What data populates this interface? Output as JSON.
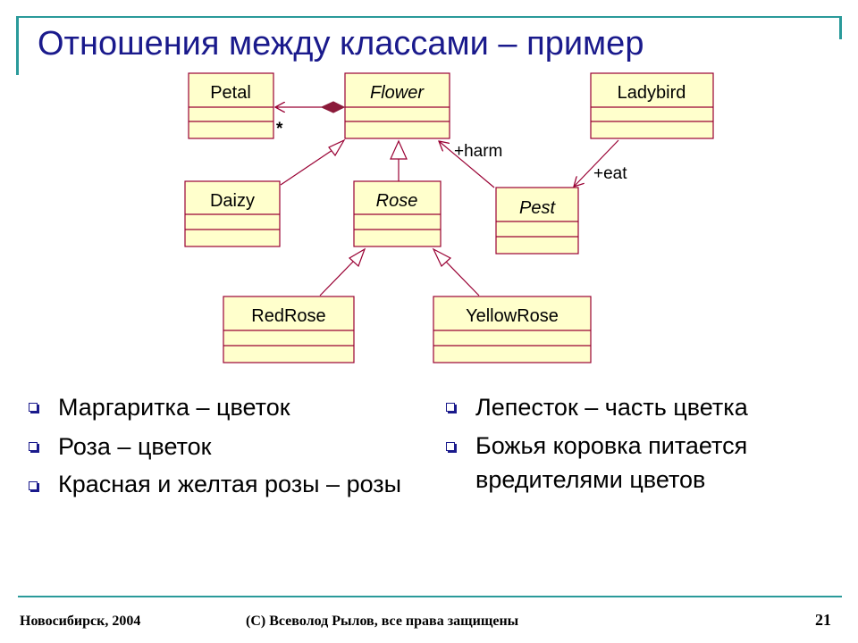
{
  "title": "Отношения между классами – пример",
  "diagram": {
    "classes": {
      "petal": "Petal",
      "flower": "Flower",
      "ladybird": "Ladybird",
      "daizy": "Daizy",
      "rose": "Rose",
      "pest": "Pest",
      "redrose": "RedRose",
      "yellowrose": "YellowRose"
    },
    "labels": {
      "multiplicity": "*",
      "harm": "+harm",
      "eat": "+eat"
    },
    "colors": {
      "box_fill": "#ffffcc",
      "box_stroke": "#990033",
      "accent": "#1a1a8c",
      "rule": "#2a9a9a"
    }
  },
  "bullets_left": [
    "Маргаритка – цветок",
    "Роза – цветок",
    "Красная и желтая розы – розы"
  ],
  "bullets_right": [
    "Лепесток – часть цветка",
    "Божья коровка питается вредителями цветов"
  ],
  "footer": {
    "left": "Новосибирск, 2004",
    "center": "(C) Всеволод Рылов, все права защищены",
    "page": "21"
  }
}
